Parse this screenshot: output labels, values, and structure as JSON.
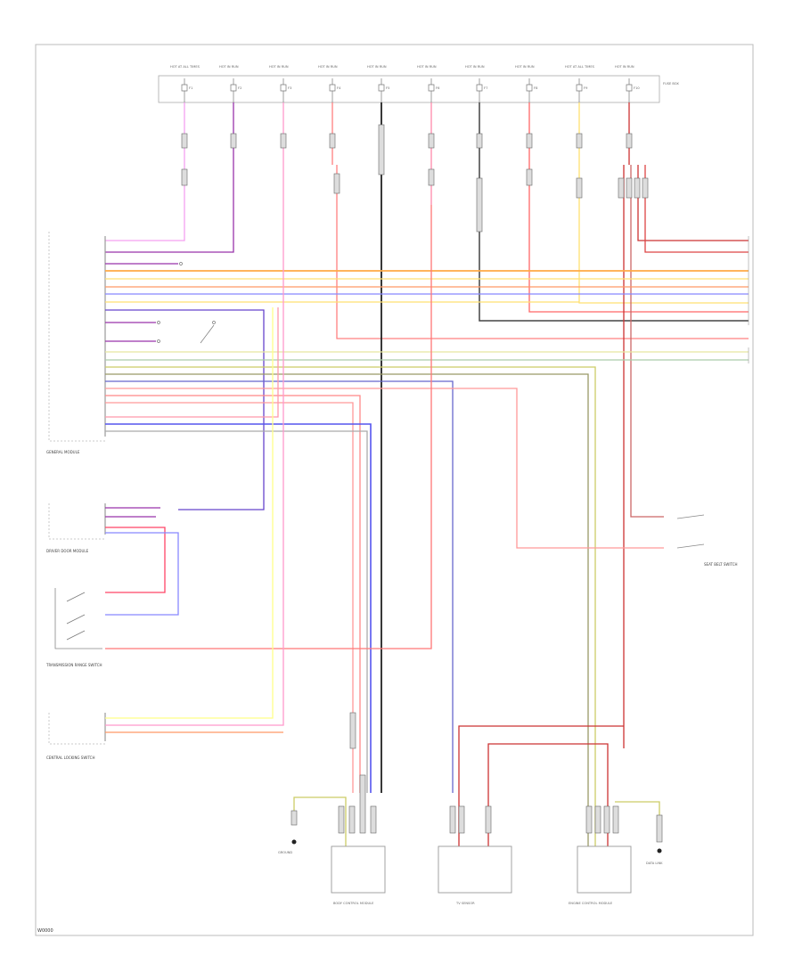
{
  "diagram": {
    "corner_label": "W0000",
    "fuse_box_labels": [
      "HOT AT ALL TIMES",
      "HOT IN RUN",
      "HOT IN RUN",
      "HOT IN RUN",
      "HOT IN RUN",
      "HOT IN RUN",
      "HOT IN RUN",
      "HOT IN RUN",
      "HOT AT ALL TIMES",
      "HOT IN RUN"
    ],
    "fuse_names": [
      "F1",
      "F2",
      "F3",
      "F4",
      "F5",
      "F6",
      "F7",
      "F8",
      "F9",
      "F10"
    ],
    "fuse_panel_label": "FUSE BOX",
    "components": {
      "general_module": "GENERAL MODULE",
      "door_module": "DRIVER DOOR MODULE",
      "transmission_switch": "TRANSMISSION RANGE SWITCH",
      "central_locking": "CENTRAL LOCKING SWITCH",
      "seat_belt_switch": "SEAT BELT SWITCH",
      "body_control": "BODY CONTROL MODULE",
      "tv_sensor": "TV SENSOR",
      "engine_control": "ENGINE CONTROL MODULE",
      "ground": "GROUND",
      "data_link": "DATA LINK"
    }
  }
}
